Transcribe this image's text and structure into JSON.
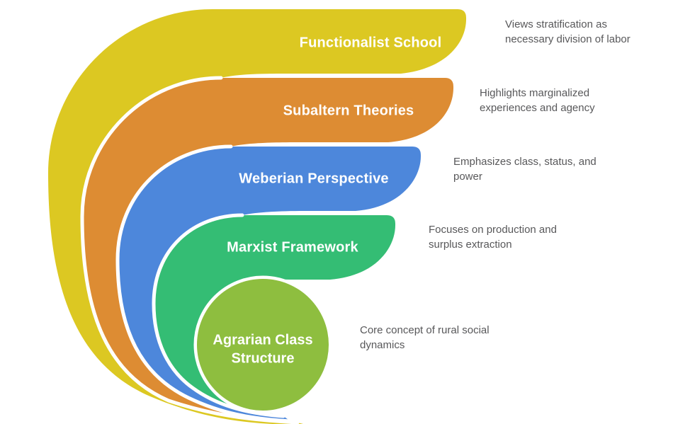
{
  "diagram": {
    "type": "nested-swoosh-funnel",
    "background_color": "#ffffff",
    "annotation_text_color": "#58585a",
    "label_text_color": "#ffffff",
    "bands": [
      {
        "label": "Functionalist School",
        "color": "#dcc822",
        "description": "Views stratification as\nnecessary division of labor"
      },
      {
        "label": "Subaltern Theories",
        "color": "#dd8c33",
        "description": "Highlights marginalized\nexperiences and agency"
      },
      {
        "label": "Weberian Perspective",
        "color": "#4d87db",
        "description": "Emphasizes class, status, and\npower"
      },
      {
        "label": "Marxist Framework",
        "color": "#34bd74",
        "description": "Focuses on production and\nsurplus extraction"
      }
    ],
    "center": {
      "label": "Agrarian Class\nStructure",
      "color": "#8ebe3f",
      "description": "Core concept of rural social\ndynamics"
    }
  }
}
